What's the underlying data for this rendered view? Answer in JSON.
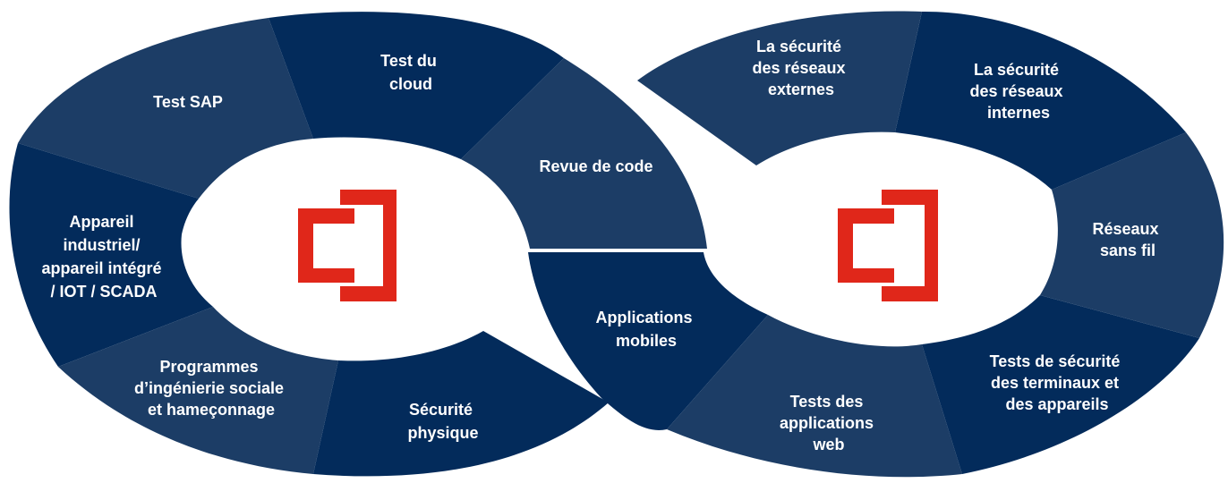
{
  "colors": {
    "dark_navy": "#032b5b",
    "mid_navy": "#1c3d66",
    "brand_red": "#e0271a",
    "background": "#ffffff",
    "text": "#ffffff"
  },
  "left_loop": {
    "segments": [
      {
        "id": "test-sap",
        "lines": [
          "Test SAP"
        ],
        "shade": "mid"
      },
      {
        "id": "test-du-cloud",
        "lines": [
          "Test du",
          "cloud"
        ],
        "shade": "dark"
      },
      {
        "id": "revue-de-code",
        "lines": [
          "Revue de code"
        ],
        "shade": "mid"
      },
      {
        "id": "appareil-industriel",
        "lines": [
          "Appareil",
          "industriel/",
          "appareil intégré",
          "/ IOT / SCADA"
        ],
        "shade": "dark"
      },
      {
        "id": "programmes-ingenierie-sociale",
        "lines": [
          "Programmes",
          "d’ingénierie sociale",
          "et hameçonnage"
        ],
        "shade": "mid"
      },
      {
        "id": "securite-physique",
        "lines": [
          "Sécurité",
          "physique"
        ],
        "shade": "dark"
      }
    ],
    "logo": "brand-logo-icon"
  },
  "right_loop": {
    "segments": [
      {
        "id": "securite-reseaux-externes",
        "lines": [
          "La sécurité",
          "des réseaux",
          "externes"
        ],
        "shade": "mid"
      },
      {
        "id": "securite-reseaux-internes",
        "lines": [
          "La sécurité",
          "des réseaux",
          "internes"
        ],
        "shade": "dark"
      },
      {
        "id": "reseaux-sans-fil",
        "lines": [
          "Réseaux",
          "sans fil"
        ],
        "shade": "mid"
      },
      {
        "id": "tests-securite-terminaux",
        "lines": [
          "Tests de sécurité",
          "des terminaux et",
          "des appareils"
        ],
        "shade": "dark"
      },
      {
        "id": "tests-applications-web",
        "lines": [
          "Tests des",
          "applications",
          "web"
        ],
        "shade": "mid"
      },
      {
        "id": "applications-mobiles",
        "lines": [
          "Applications",
          "mobiles"
        ],
        "shade": "dark"
      }
    ],
    "logo": "brand-logo-icon"
  }
}
